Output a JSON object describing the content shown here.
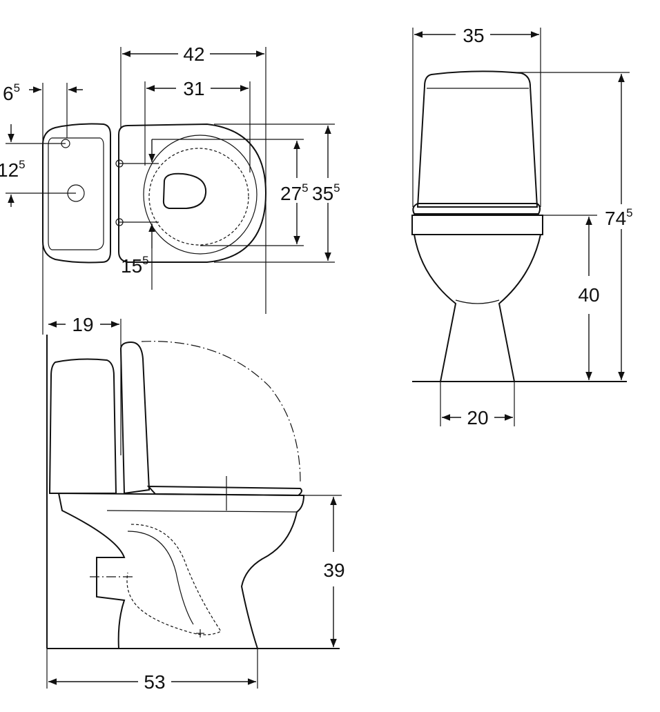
{
  "dimensions": {
    "top_width": {
      "main": "42",
      "sup": ""
    },
    "top_seat_width": {
      "main": "31",
      "sup": ""
    },
    "top_offset_left": {
      "main": "6",
      "sup": "5"
    },
    "top_tank_hole": {
      "main": "12",
      "sup": "5"
    },
    "top_fixing": {
      "main": "15",
      "sup": "5"
    },
    "top_seat_depth": {
      "main": "27",
      "sup": "5"
    },
    "top_depth": {
      "main": "35",
      "sup": "5"
    },
    "side_tank": {
      "main": "19",
      "sup": ""
    },
    "side_length": {
      "main": "53",
      "sup": ""
    },
    "side_height": {
      "main": "39",
      "sup": ""
    },
    "front_width": {
      "main": "35",
      "sup": ""
    },
    "front_total_height": {
      "main": "74",
      "sup": "5"
    },
    "front_seat_height": {
      "main": "40",
      "sup": ""
    },
    "front_base_width": {
      "main": "20",
      "sup": ""
    }
  },
  "line_color": "#111111"
}
